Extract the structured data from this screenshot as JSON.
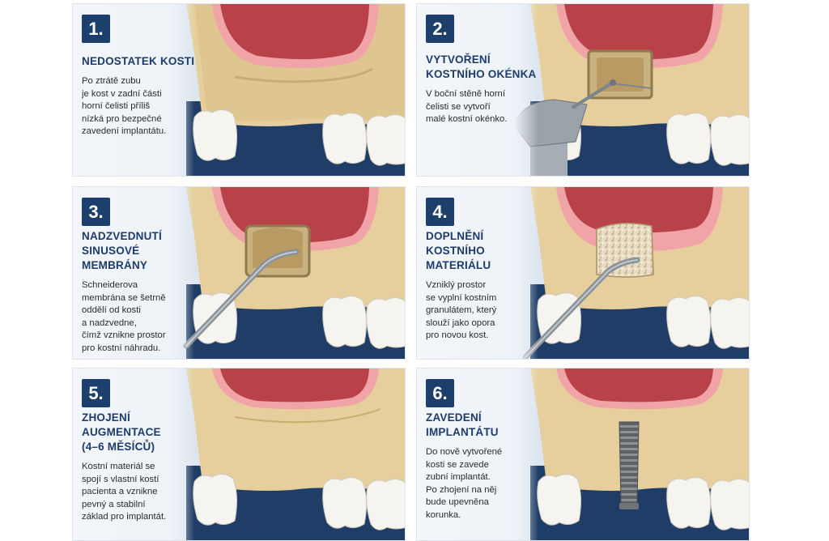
{
  "colors": {
    "badge": "#1d3f6c",
    "title": "#1c3c6c",
    "bone": "#e9d4a4",
    "sinus": "#b9424a",
    "membrane": "#f0a4a8",
    "gum_background": "#1f3d66",
    "tooth": "#f6f4ef",
    "instrument": "#9aa2aa"
  },
  "panels": [
    {
      "number": "1.",
      "title": "NEDOSTATEK KOSTI",
      "description": "Po ztrátě zubu\nje kost v zadní části\nhorní čelisti příliš\nnízká pro bezpečné\nzavedení implantátu.",
      "illustration": "bone-deficiency"
    },
    {
      "number": "2.",
      "title": "VYTVOŘENÍ\nKOSTNÍHO OKÉNKA",
      "description": "V boční stěně horní\nčelisti se vytvoří\nmalé kostní okénko.",
      "illustration": "bone-window-drill"
    },
    {
      "number": "3.",
      "title": "NADZVEDNUTÍ\nSINUSOVÉ\nMEMBRÁNY",
      "description": "Schneiderova\nmembrána se šetrně\noddělí od kosti\na nadzvedne,\nčímž vznikne prostor\npro kostní náhradu.",
      "illustration": "membrane-lift"
    },
    {
      "number": "4.",
      "title": "DOPLNĚNÍ\nKOSTNÍHO\nMATERIÁLU",
      "description": "Vzniklý prostor\nse vyplní kostním\ngranulátem, který\nslouží jako opora\npro novou kost.",
      "illustration": "graft-filling"
    },
    {
      "number": "5.",
      "title": "ZHOJENÍ\nAUGMENTACE\n(4–6 MĚSÍCŮ)",
      "description": "Kostní materiál se\nspojí s vlastní kostí\npacienta a vznikne\npevný a stabilní\nzáklad pro implantát.",
      "illustration": "healed-augmentation"
    },
    {
      "number": "6.",
      "title": "ZAVEDENÍ\nIMPLANTÁTU",
      "description": "Do nově vytvořené\nkosti se zavede\nzubní implantát.\nPo zhojení na něj\nbude upevněna\nkorunka.",
      "illustration": "implant-placement"
    }
  ]
}
